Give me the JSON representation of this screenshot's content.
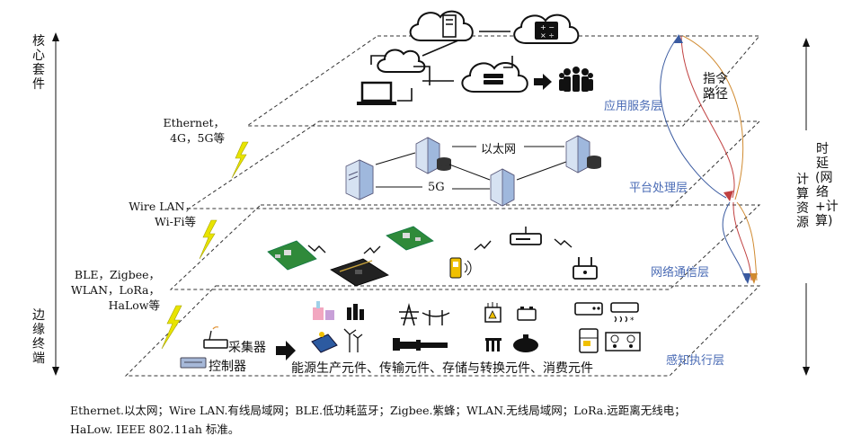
{
  "left_axis": {
    "top_label": "核心套件",
    "bottom_label": "边缘终端"
  },
  "right_axis": {
    "label_a": "时延(网络+计算)",
    "label_b": "计算资源"
  },
  "layers": {
    "application": "应用服务层",
    "platform": "平台处理层",
    "network": "网络通信层",
    "perception": "感知执行层"
  },
  "command_path": "指令路径",
  "protocols": {
    "p1": [
      "Ethernet，",
      "4G，5G等"
    ],
    "p2": [
      "Wire LAN，",
      "Wi-Fi等"
    ],
    "p3": [
      "BLE，Zigbee，",
      "WLAN，LoRa，",
      "HaLow等"
    ]
  },
  "platform_links": {
    "ethernet": "以太网",
    "fiveg": "5G"
  },
  "devices": {
    "collector": "采集器",
    "controller": "控制器"
  },
  "components_caption": "能源生产元件、传输元件、存储与转换元件、消费元件",
  "footer": {
    "line1": "Ethernet.以太网；Wire LAN.有线局域网；BLE.低功耗蓝牙；Zigbee.紫蜂；WLAN.无线局域网；LoRa.远距离无线电；",
    "line2": "HaLow. IEEE 802.11ah 标准。"
  },
  "colors": {
    "layer_label": "#4a6bb5",
    "lightning": "#e8e400",
    "server_blue": "#b8cde8",
    "pcb_green": "#2f8a3a"
  }
}
